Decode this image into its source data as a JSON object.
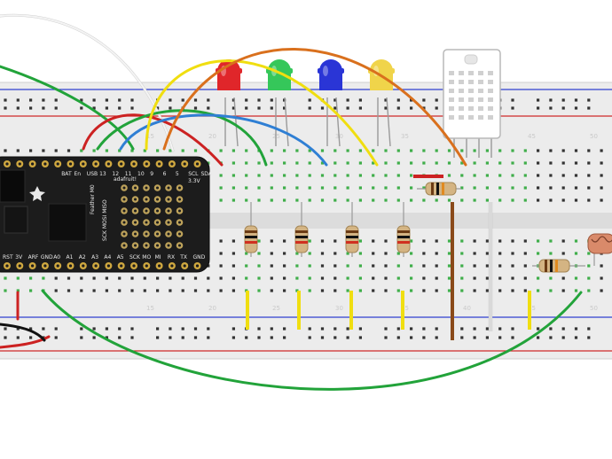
{
  "breadboard": {
    "column_numbers": [
      "15",
      "20",
      "25",
      "30",
      "35",
      "40",
      "45",
      "50"
    ]
  },
  "feather": {
    "brand": "adafruit!",
    "top_pins": [
      "BAT",
      "En",
      "USB",
      "13",
      "12",
      "11",
      "10",
      "9",
      "6",
      "5",
      "SCL",
      "SDA"
    ],
    "bottom_pins": [
      "RST",
      "3V",
      "ARF",
      "GND",
      "A0",
      "A1",
      "A2",
      "A3",
      "A4",
      "A5",
      "SCK",
      "MO",
      "MI",
      "RX",
      "TX",
      "GND"
    ],
    "side_label_1": "Feather M0",
    "side_label_2": "SCK MOSI MISO",
    "voltage_label": "3.3V"
  },
  "leds": [
    {
      "name": "red-led",
      "color": "#e0262a"
    },
    {
      "name": "green-led",
      "color": "#35c75a"
    },
    {
      "name": "blue-led",
      "color": "#2a35d6"
    },
    {
      "name": "yellow-led",
      "color": "#f0d44a"
    }
  ],
  "wire_colors": {
    "red": "#cc2222",
    "green": "#22a33a",
    "blue": "#2f7fd4",
    "yellow": "#f0de10",
    "orange": "#d9701d",
    "white": "#e8e8e8",
    "brown": "#8a4a1a",
    "black": "#111111"
  }
}
